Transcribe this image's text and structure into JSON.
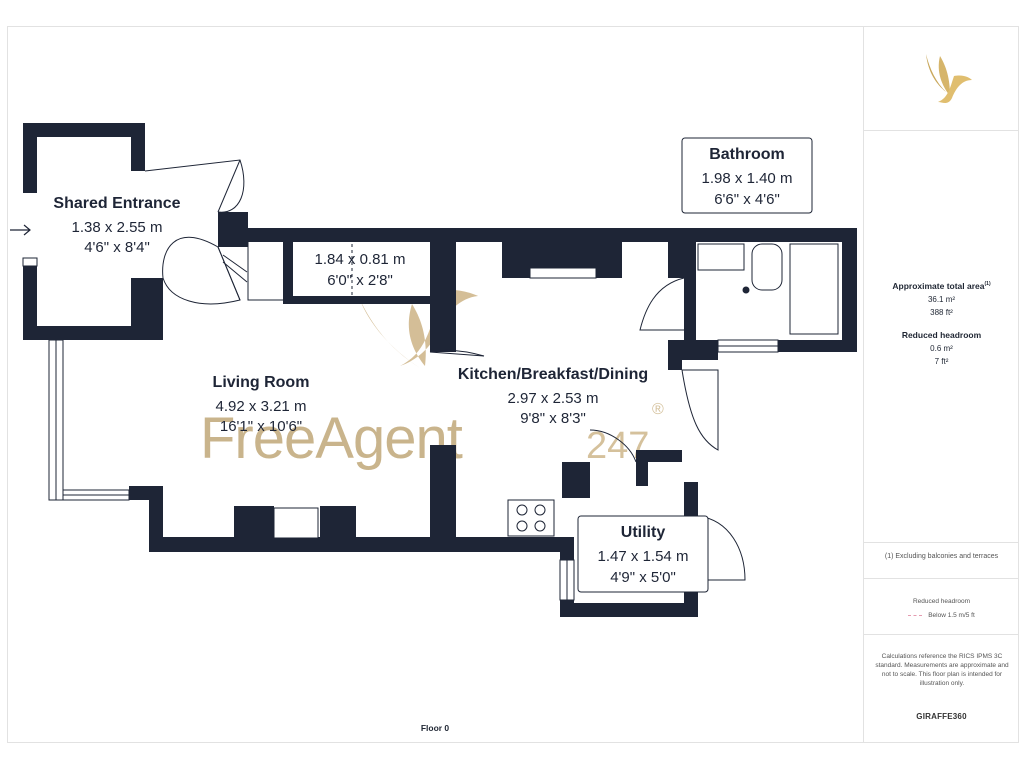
{
  "rooms": {
    "shared_entrance": {
      "name": "Shared Entrance",
      "metric": "1.38 x 2.55 m",
      "imperial": "4'6\" x 8'4\""
    },
    "store": {
      "metric": "1.84 x 0.81 m",
      "imperial": "6'0\" x 2'8\""
    },
    "living_room": {
      "name": "Living Room",
      "metric": "4.92 x 3.21 m",
      "imperial": "16'1\" x 10'6\""
    },
    "kitchen": {
      "name": "Kitchen/Breakfast/Dining",
      "metric": "2.97 x 2.53 m",
      "imperial": "9'8\" x 8'3\""
    },
    "bathroom": {
      "name": "Bathroom",
      "metric": "1.98 x 1.40 m",
      "imperial": "6'6\" x 4'6\""
    },
    "utility": {
      "name": "Utility",
      "metric": "1.47 x 1.54 m",
      "imperial": "4'9\" x 5'0\""
    }
  },
  "watermark": {
    "text_main": "FreeAgent",
    "text_num": "247",
    "registered": "®"
  },
  "floor_label": "Floor 0",
  "side_panel": {
    "total_area_heading": "Approximate total area",
    "total_area_note_marker": "(1)",
    "total_area_m2": "36.1 m²",
    "total_area_ft2": "388 ft²",
    "reduced_headroom_heading": "Reduced headroom",
    "reduced_headroom_m2": "0.6 m²",
    "reduced_headroom_ft2": "7 ft²",
    "exclusion_note": "(1) Excluding balconies and terraces",
    "legend_title": "Reduced headroom",
    "legend_item": "Below 1.5 m/5 ft",
    "calc_note": "Calculations reference the RICS IPMS 3C standard. Measurements are approximate and not to scale. This floor plan is intended for illustration only.",
    "brand": "GIRAFFE360"
  },
  "colors": {
    "wall": "#1e2536",
    "gold": "#c9a85c",
    "watermark": "#b59a62"
  }
}
